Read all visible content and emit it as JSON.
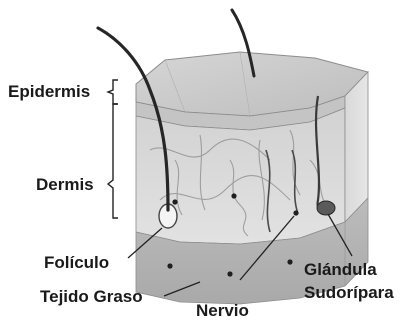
{
  "labels": {
    "epidermis": "Epidermis",
    "dermis": "Dermis",
    "foliculo": "Folículo",
    "tejido_graso": "Tejido Graso",
    "nervio": "Nervio",
    "glandula_line1": "Glándula",
    "glandula_line2": "Sudorípara"
  },
  "colors": {
    "skin_top": "#c9c9c9",
    "dermis_front": "#dcdcdc",
    "fat_layer": "#b8b8b8",
    "hair": "#262626",
    "line": "#333333",
    "text": "#1a1a1a"
  }
}
